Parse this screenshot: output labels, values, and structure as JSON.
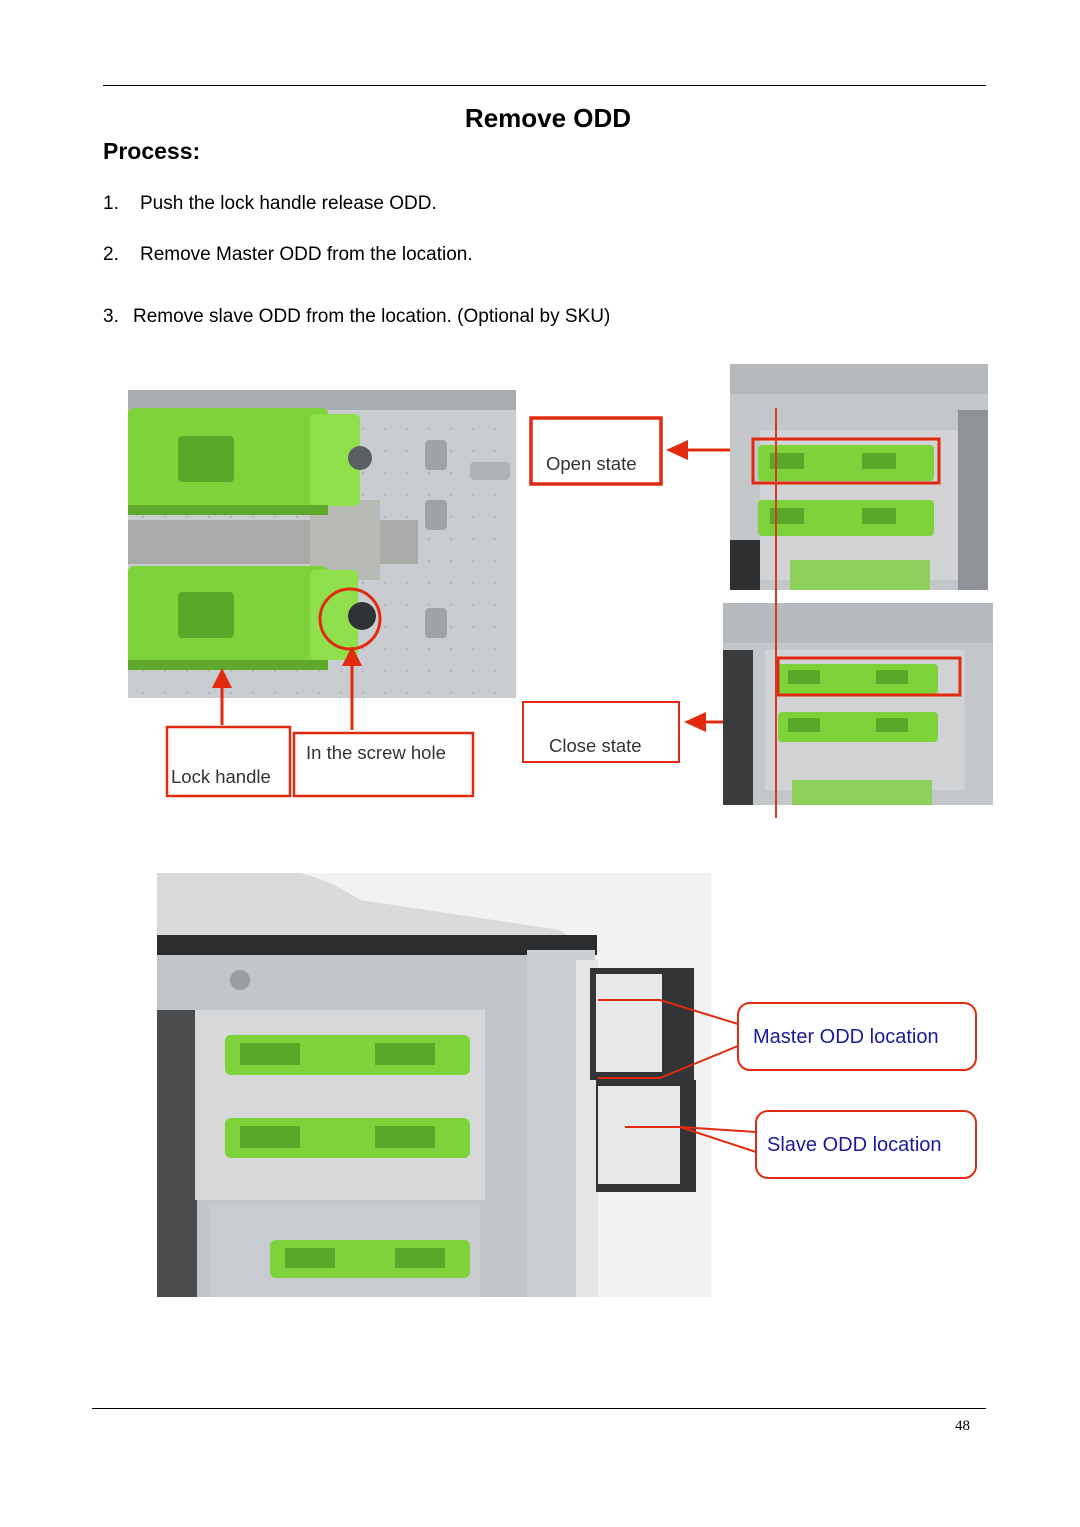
{
  "page": {
    "title": "Remove ODD",
    "section_heading": "Process:",
    "steps": [
      {
        "number": "1.",
        "text": "Push the lock handle release ODD."
      },
      {
        "number": "2.",
        "text": "Remove Master ODD from the location."
      },
      {
        "number": "3.",
        "text": "Remove slave ODD from the location. (Optional by SKU)"
      }
    ],
    "page_number": "48"
  },
  "figure_top": {
    "labels": {
      "open_state": "Open state",
      "close_state": "Close state",
      "lock_handle": "Lock handle",
      "screw_hole": "In the screw hole"
    }
  },
  "figure_bottom": {
    "callouts": {
      "master": "Master ODD location",
      "slave": "Slave ODD location"
    }
  },
  "colors": {
    "annotation_red": "#e02b10",
    "clip_green": "#7ed33b",
    "callout_text": "#1a1a9c"
  }
}
